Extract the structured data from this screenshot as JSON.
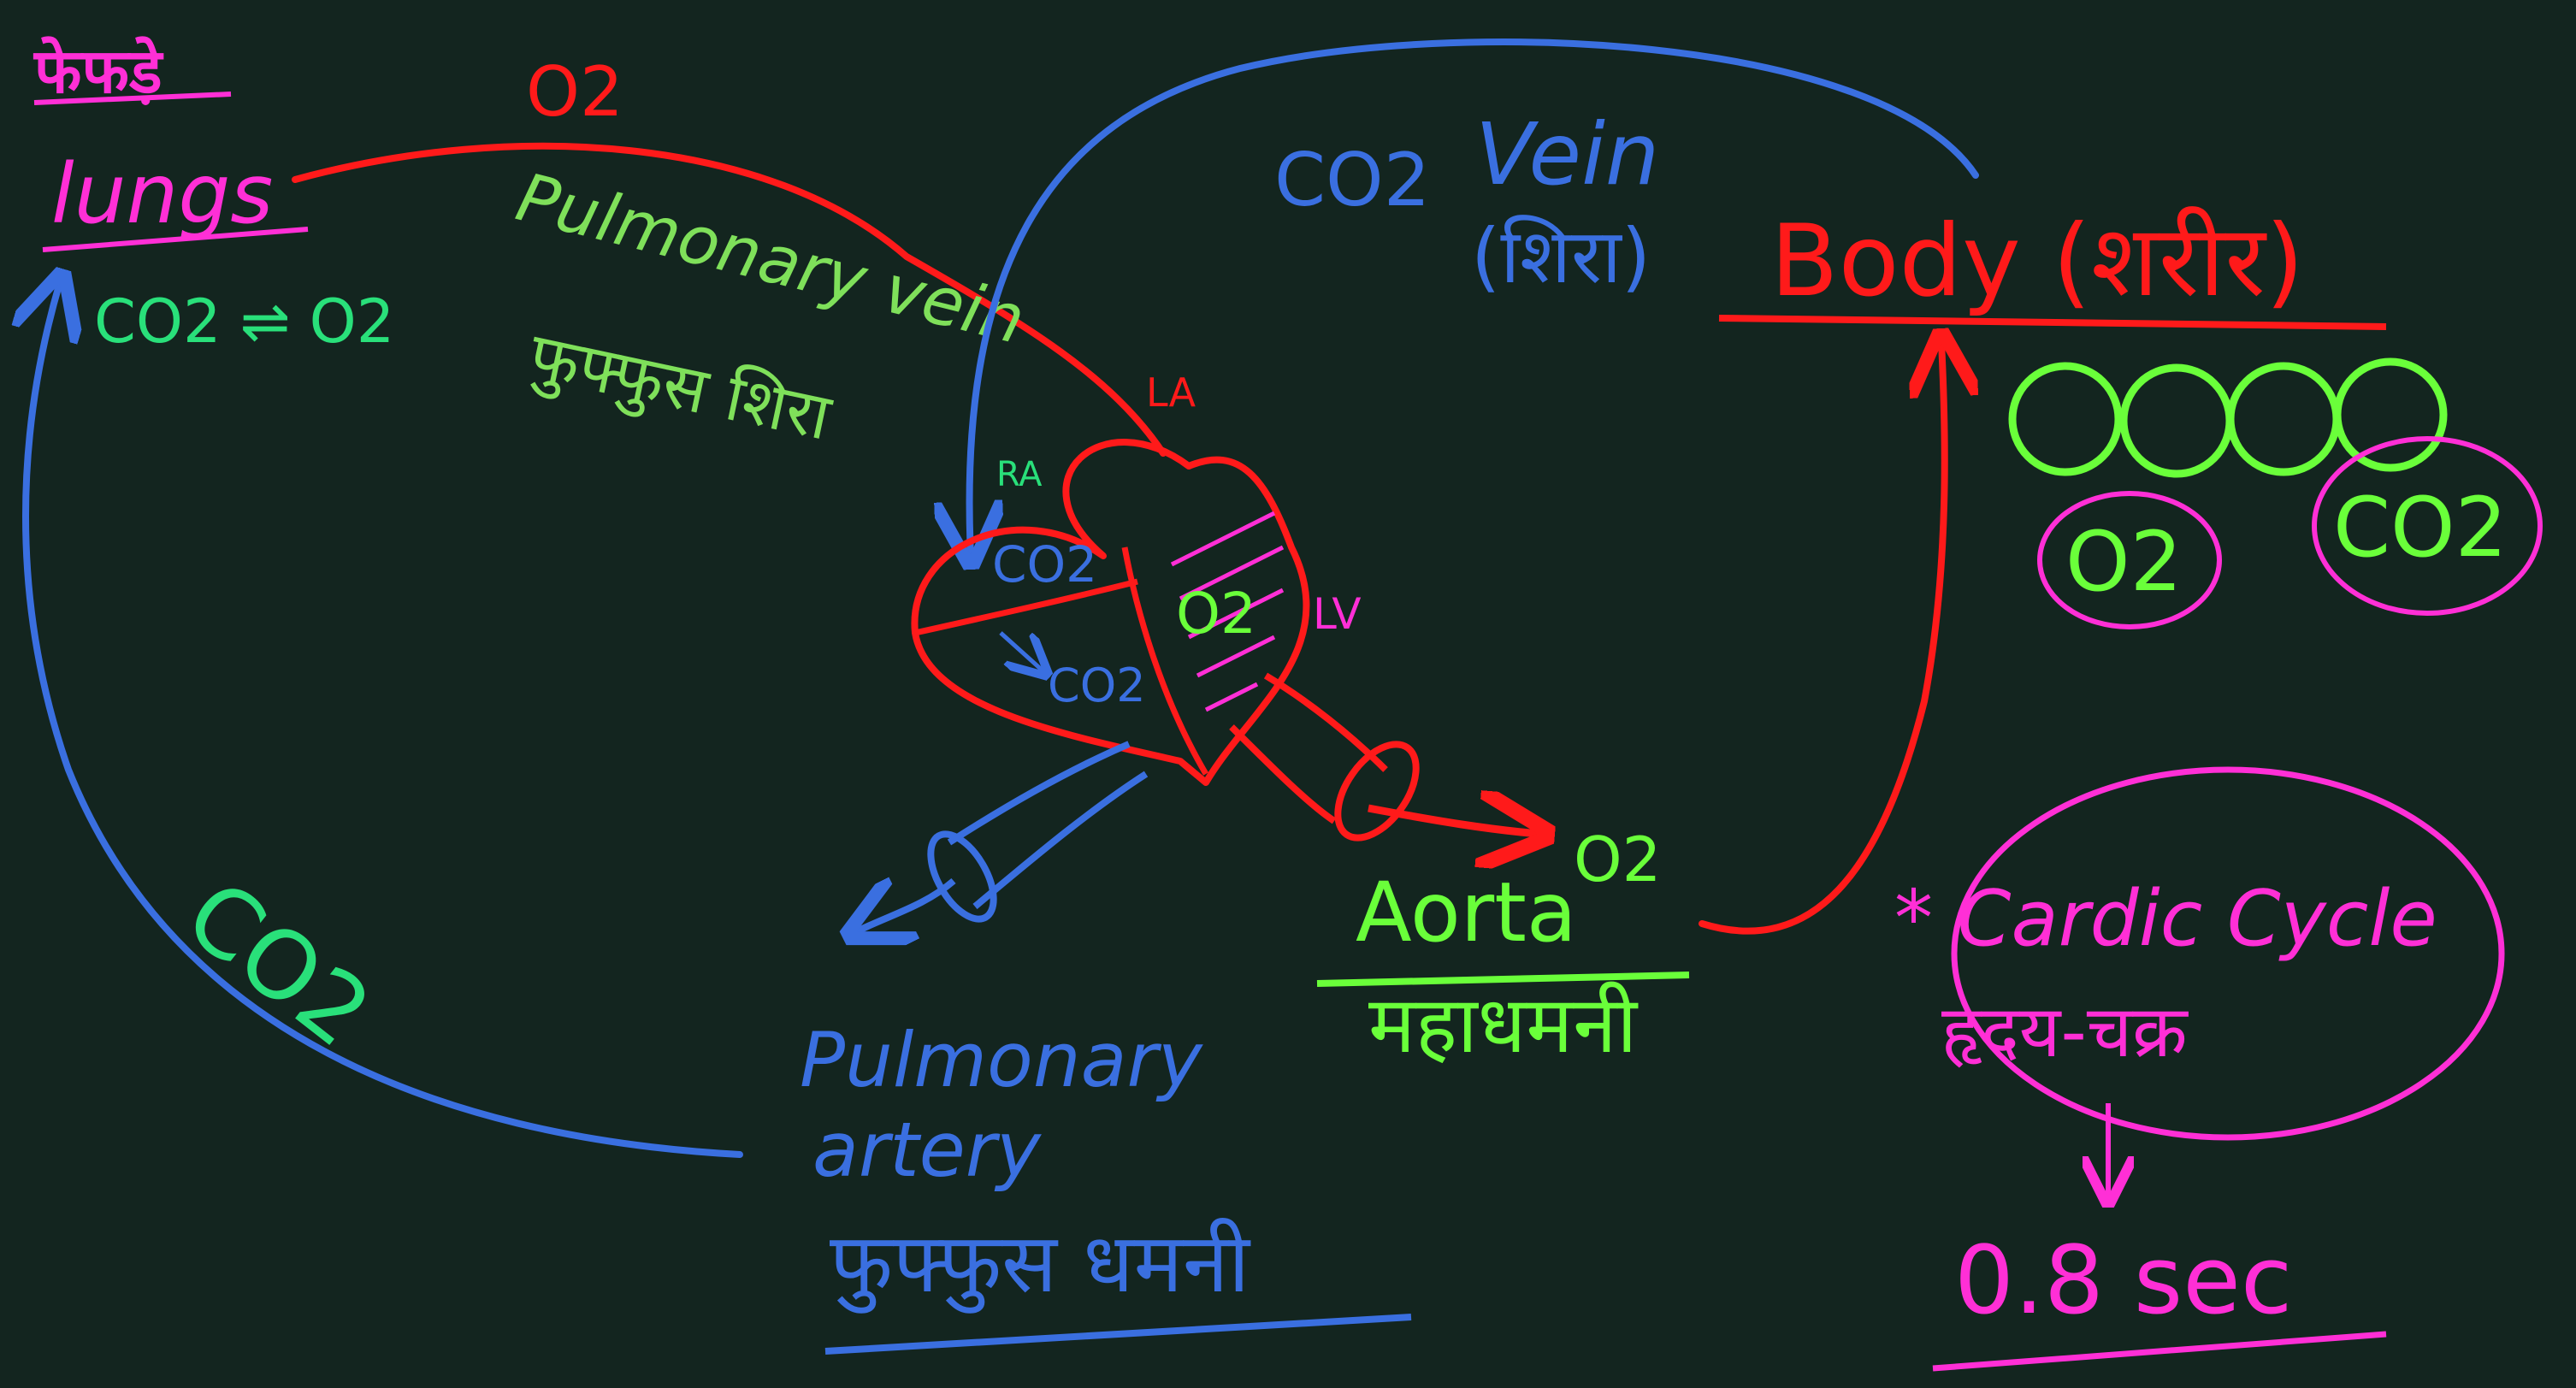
{
  "colors": {
    "background": "#13251f",
    "oxygenated_red": "#ff1a1a",
    "deoxygenated_blue": "#3a6fe0",
    "label_green": "#6aff3a",
    "label_teal_green": "#29e07a",
    "highlight_magenta": "#ff2fd6",
    "pulmonary_vein_green": "#7fe05a"
  },
  "lungs": {
    "label_hindi": "फेफड़े",
    "label_english": "lungs",
    "gas_exchange": "CO2 ⇌ O2"
  },
  "pulmonary_vein": {
    "o2_label": "O2",
    "label_english": "Pulmonary vein",
    "label_hindi": "फुफ्फुस शिरा"
  },
  "vein": {
    "co2_label": "CO2",
    "label_english": "Vein",
    "label_hindi": "(शिरा)"
  },
  "body": {
    "label": "Body (शरीर)",
    "o2_bubble": "O2",
    "co2_bubble": "CO2"
  },
  "heart": {
    "ra": "RA",
    "la": "LA",
    "lv": "LV",
    "ra_co2": "CO2",
    "lv_o2": "O2",
    "rv_co2": "CO2"
  },
  "aorta": {
    "label_english": "Aorta",
    "o2_label": "O2",
    "label_hindi": "महाधमनी"
  },
  "pulmonary_artery": {
    "label_english_line1": "Pulmonary",
    "label_english_line2": "artery",
    "label_hindi": "फुफ्फुस धमनी"
  },
  "return_co2": {
    "label": "CO2"
  },
  "cardiac_cycle": {
    "label_english": "* Cardic Cycle",
    "label_hindi": "हृदय-चक्र",
    "duration": "0.8 sec"
  }
}
